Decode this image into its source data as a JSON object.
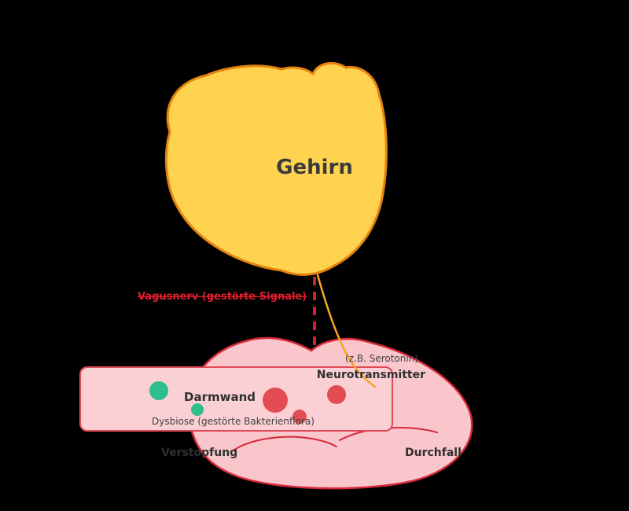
{
  "diagram": {
    "brain": {
      "label": "Gehirn"
    },
    "vagus_label": "Vagusnerv (gestörte Signale)",
    "neurotransmitter": {
      "example": "(z.B. Serotonin)",
      "label": "Neurotransmitter"
    },
    "gut": {
      "darmwand_label": "Darmwand",
      "dysbiose_label": "Dysbiose (gestörte Bakterienflora)",
      "verstopfung_label": "Verstopfung",
      "durchfall_label": "Durchfall"
    },
    "colors": {
      "background": "#000000",
      "brain_fill": "#FFD24F",
      "brain_stroke": "#E5830C",
      "gut_fill": "#F9C6CB",
      "gut_stroke": "#D62839",
      "panel_fill": "#FAD0D4",
      "panel_stroke": "#E04A57",
      "vagus_text": "#E11D2E",
      "dashed_signal_line": "#D81E2C",
      "neurotransmitter_line": "#F5A623",
      "healthy_bacteria_dot": "#2EBE8C",
      "harmful_bacteria_dot": "#E34C52",
      "label_text": "#303030"
    }
  }
}
